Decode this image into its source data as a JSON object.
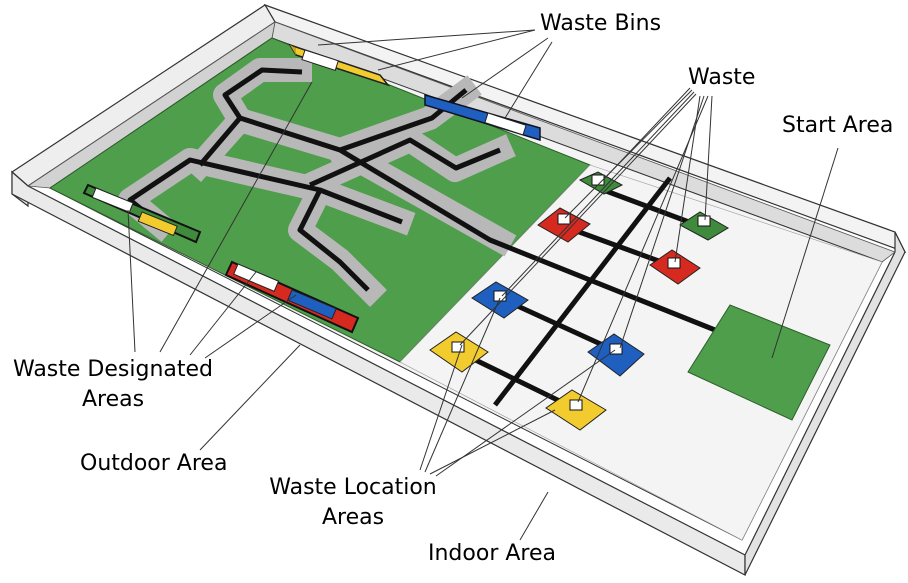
{
  "labels": {
    "waste_bins": "Waste Bins",
    "waste": "Waste",
    "start_area": "Start Area",
    "waste_designated_areas_1": "Waste Designated",
    "waste_designated_areas_2": "Areas",
    "outdoor_area": "Outdoor Area",
    "waste_location_areas_1": "Waste Location",
    "waste_location_areas_2": "Areas",
    "indoor_area": "Indoor Area"
  },
  "colors": {
    "outdoor_green": "#4f9e4c",
    "indoor_white": "#f4f4f4",
    "wall": "#f2f2f2",
    "track_gray": "#b8b8b8",
    "line_black": "#111111",
    "yellow": "#f2cc2e",
    "blue": "#1f5fbf",
    "red": "#d62a20",
    "green_bin": "#3f8a3c",
    "start_green": "#4f9e4c"
  }
}
